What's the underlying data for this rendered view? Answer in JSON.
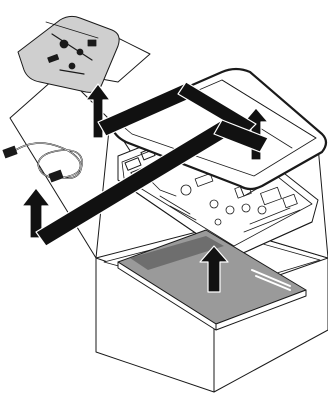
{
  "figure": {
    "subject": "unpacking-instructions",
    "items": [
      {
        "id": "accessory-bag",
        "icon": "bag-icon"
      },
      {
        "id": "cable",
        "icon": "cable-icon"
      },
      {
        "id": "instrument-cover",
        "icon": "cover-icon"
      },
      {
        "id": "instrument-base",
        "icon": "device-icon"
      },
      {
        "id": "manual",
        "icon": "book-icon"
      },
      {
        "id": "shipping-box",
        "icon": "box-icon"
      }
    ],
    "colors": {
      "line": "#1a1a1a",
      "arrow": "#111111",
      "manual_fill": "#9a9a9a",
      "manual_band": "#6e6e6e",
      "bag_fill": "#cfcfcf",
      "background": "#ffffff"
    }
  }
}
